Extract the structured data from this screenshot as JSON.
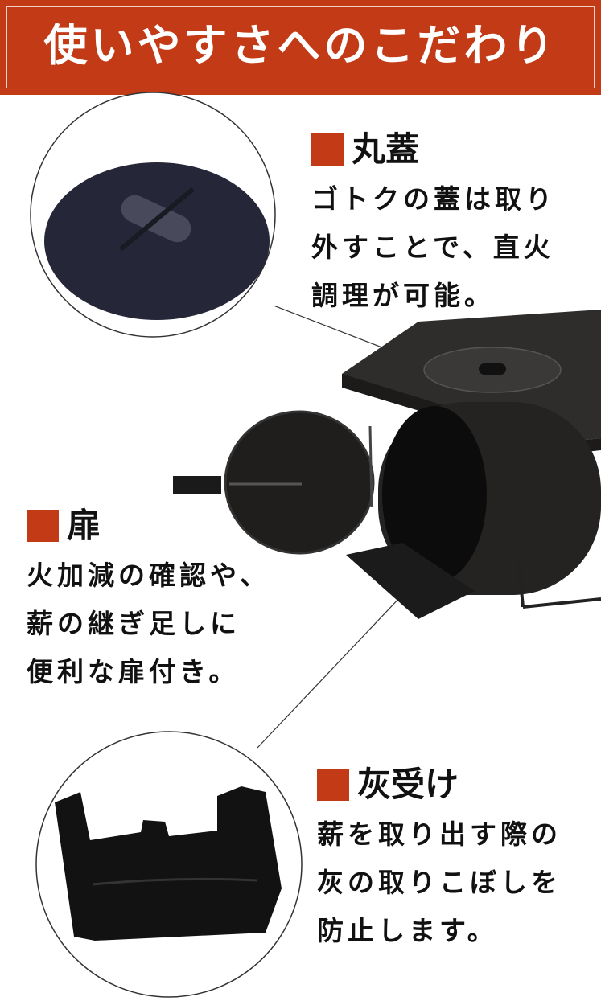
{
  "header": {
    "title": "使いやすさへのこだわり"
  },
  "colors": {
    "accent": "#c23a16",
    "text": "#111111",
    "product": "#2a2a2a"
  },
  "features": [
    {
      "title": "丸蓋",
      "lines": [
        "ゴトクの蓋は取り",
        "外すことで、直火",
        "調理が可能。"
      ]
    },
    {
      "title": "扉",
      "lines": [
        "火加減の確認や、",
        "薪の継ぎ足しに",
        "便利な扉付き。"
      ]
    },
    {
      "title": "灰受け",
      "lines": [
        "薪を取り出す際の",
        "灰の取りこぼしを",
        "防止します。"
      ]
    }
  ]
}
